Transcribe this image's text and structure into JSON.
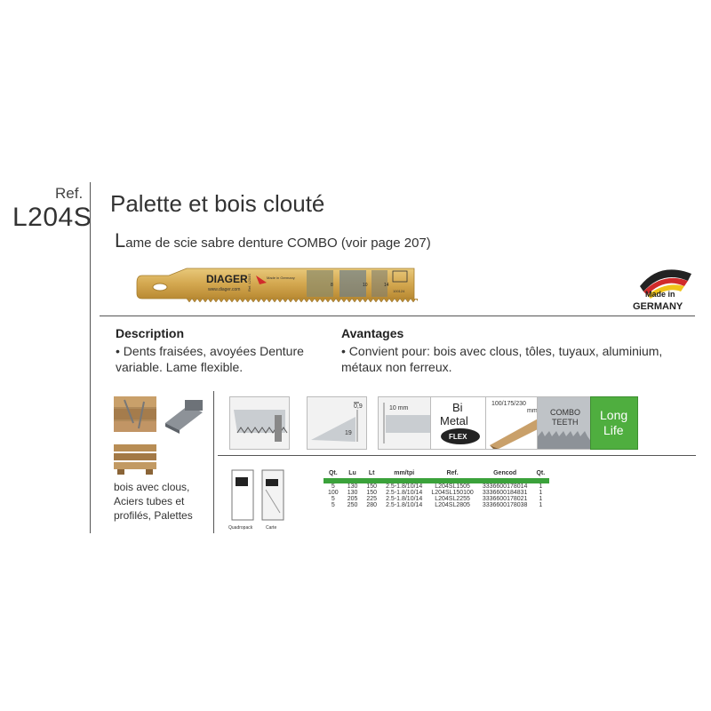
{
  "ref": {
    "label": "Ref.",
    "code": "L204S"
  },
  "title": "Palette et bois clouté",
  "subtitle": {
    "initial": "L",
    "rest": "ame de scie sabre denture COMBO (voir page 207)"
  },
  "blade": {
    "brand": "DIAGER",
    "website": "www.diager.com",
    "made_in": "Made in Germany",
    "ref_text": "Ref. L204S",
    "marks": [
      "8",
      "10",
      "14"
    ],
    "code": "100124"
  },
  "badge": {
    "line1": "Made in",
    "line2": "GERMANY"
  },
  "description": {
    "heading": "Description",
    "text": "• Dents fraisées, avoyées Denture variable. Lame flexible."
  },
  "avantages": {
    "heading": "Avantages",
    "text": "• Convient pour: bois avec clous, tôles, tuyaux, aluminium, métaux non ferreux."
  },
  "uses": {
    "lines": [
      "bois avec clous,",
      "Aciers tubes et",
      "profilés, Palettes"
    ]
  },
  "icons": {
    "dim_09": "0,9",
    "dim_19": "19",
    "dim_10mm": "10 mm",
    "bimetal_1": "Bi",
    "bimetal_2": "Metal",
    "flex": "FLEX",
    "sizes_1": "100/175/230",
    "sizes_2": "mm",
    "combo_1": "COMBO",
    "combo_2": "TEETH",
    "longlife_1": "Long",
    "longlife_2": "Life"
  },
  "packs": {
    "quadropack": "Quadropack",
    "carte": "Carte"
  },
  "table": {
    "headers": [
      "Qt.",
      "Lu",
      "Lt",
      "mm/tpi",
      "Ref.",
      "Gencod",
      "Qt."
    ],
    "rows": [
      [
        "5",
        "130",
        "150",
        "2.5-1.8/10/14",
        "L204SL1505",
        "3336600178014",
        "1"
      ],
      [
        "100",
        "130",
        "150",
        "2.5-1.8/10/14",
        "L204SL150100",
        "3336600184831",
        "1"
      ],
      [
        "5",
        "205",
        "225",
        "2.5-1.8/10/14",
        "L204SL2255",
        "3336600178021",
        "1"
      ],
      [
        "5",
        "250",
        "280",
        "2.5-1.8/10/14",
        "L204SL2805",
        "3336600178038",
        "1"
      ]
    ]
  },
  "colors": {
    "green": "#3ba23b",
    "blade_gold": "#d9b25a",
    "dark": "#222222"
  }
}
